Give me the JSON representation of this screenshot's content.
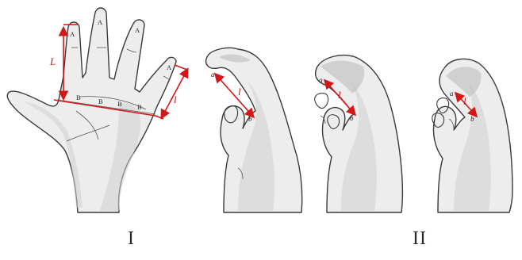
{
  "panels": [
    {
      "id": "I",
      "label": "I"
    },
    {
      "id": "II",
      "label": "II"
    }
  ],
  "hand_palm": {
    "long_measure_label": "L",
    "short_measure_label": "l",
    "fingertip_labels": [
      "A",
      "A",
      "A",
      "A"
    ],
    "base_labels": [
      "B",
      "B",
      "B",
      "B"
    ]
  },
  "pinch_hands": [
    {
      "tip_label": "a",
      "length_label": "l",
      "base_label": "b"
    },
    {
      "tip_label": "a",
      "length_label": "l",
      "base_label": "b"
    },
    {
      "tip_label": "a",
      "length_label": "l",
      "base_label": "b"
    }
  ],
  "colors": {
    "measure": "#d01818",
    "outline": "#3a3a3a"
  }
}
